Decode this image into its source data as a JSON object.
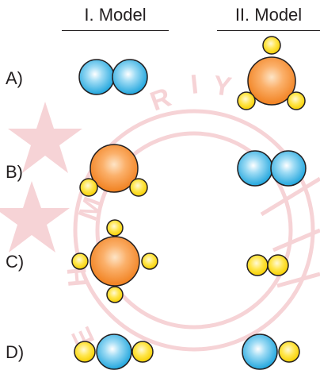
{
  "headers": {
    "model1": "I. Model",
    "model2": "II. Model"
  },
  "options": [
    {
      "label": "A)",
      "model1_icon": "diatomic-blue-molecule-icon",
      "model2_icon": "orange-center-three-yellow-atoms-icon"
    },
    {
      "label": "B)",
      "model1_icon": "orange-center-two-yellow-atoms-icon",
      "model2_icon": "diatomic-blue-molecule-icon"
    },
    {
      "label": "C)",
      "model1_icon": "orange-center-four-yellow-atoms-icon",
      "model2_icon": "diatomic-yellow-molecule-icon"
    },
    {
      "label": "D)",
      "model1_icon": "blue-center-two-yellow-atoms-icon",
      "model2_icon": "blue-yellow-diatomic-molecule-icon"
    }
  ],
  "colors": {
    "blue_atom": "#29abe2",
    "orange_atom": "#f7941d",
    "yellow_atom": "#ffde17",
    "outline": "#231f20",
    "watermark": "#f6d3d6"
  }
}
